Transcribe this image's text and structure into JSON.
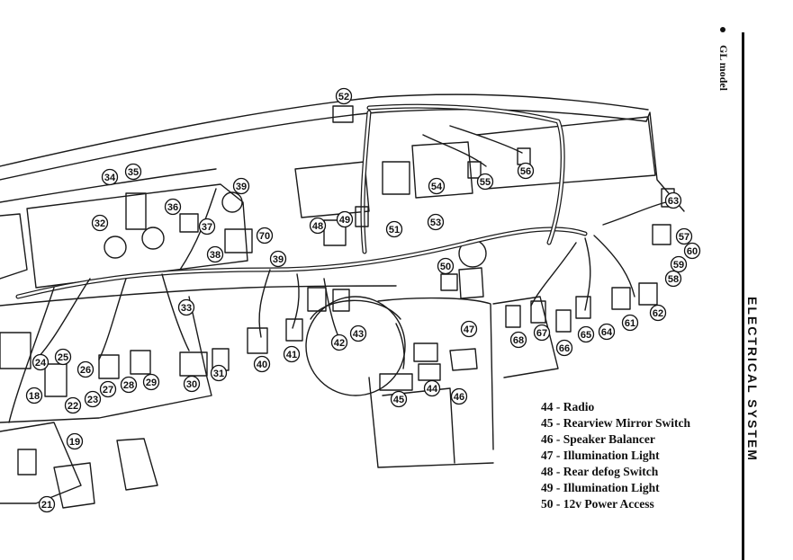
{
  "page": {
    "side_title": "ELECTRICAL SYSTEM",
    "model_label": "GL model"
  },
  "legend": [
    "44 - Radio",
    "45 - Rearview Mirror Switch",
    "46 - Speaker Balancer",
    "47 - Illumination Light",
    "48 - Rear defog Switch",
    "49 - Illumination Light",
    "50 - 12v Power Access"
  ],
  "callouts": [
    "18",
    "19",
    "21",
    "22",
    "23",
    "24",
    "25",
    "26",
    "27",
    "28",
    "29",
    "30",
    "31",
    "32",
    "33",
    "34",
    "35",
    "36",
    "37",
    "38",
    "39",
    "39",
    "40",
    "41",
    "42",
    "43",
    "44",
    "45",
    "46",
    "47",
    "48",
    "49",
    "50",
    "51",
    "52",
    "53",
    "54",
    "55",
    "56",
    "57",
    "58",
    "59",
    "60",
    "61",
    "62",
    "63",
    "64",
    "65",
    "66",
    "67",
    "68",
    "70"
  ]
}
